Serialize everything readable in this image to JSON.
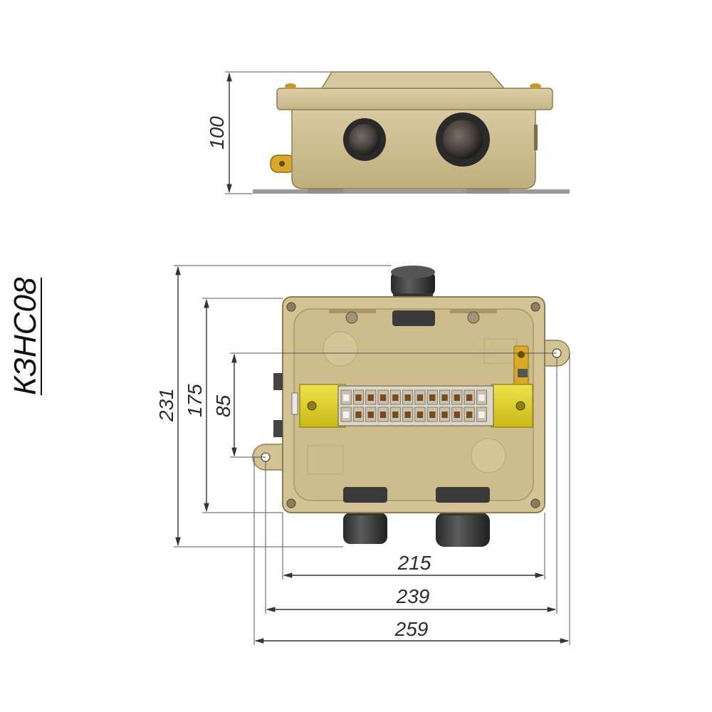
{
  "model": "КЗНС08",
  "dimensions": {
    "height": "100",
    "total_length": "231",
    "body_length": "175",
    "mount_spacing": "85",
    "body_width": "215",
    "mount_width": "239",
    "total_width": "259"
  },
  "colors": {
    "body": "#d2c294",
    "body_dark": "#a39263",
    "gland": "#3b3b3b",
    "terminal_yellow": "#e2d21c",
    "terminal_block": "#d8d2c2"
  }
}
